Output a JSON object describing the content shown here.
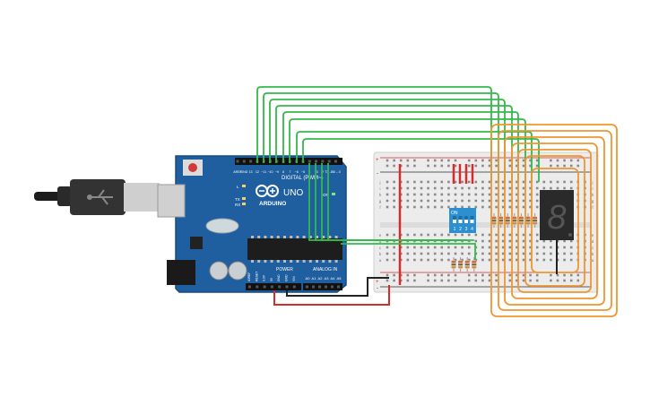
{
  "colors": {
    "board": "#1f5fa0",
    "board_dark": "#164a80",
    "breadboard": "#ececec",
    "wire_green": "#33b949",
    "wire_orange": "#f0962e",
    "wire_red": "#d62c2c",
    "wire_black": "#222222",
    "dip": "#2c8fd0",
    "segment_body": "#2a2a2a",
    "segment_glyph": "#555555"
  },
  "arduino": {
    "brand": "ARDUINO",
    "model": "UNO",
    "digital_header_label": "DIGITAL (PWM~)",
    "power_label": "POWER",
    "analog_label": "ANALOG IN",
    "tx_label": "TX",
    "rx_label": "RX",
    "l_label": "L",
    "on_label": "ON",
    "digital_pins": [
      "AREF",
      "GND",
      "13",
      "12",
      "~11",
      "~10",
      "~9",
      "8",
      "7",
      "~6",
      "~5",
      "4",
      "~3",
      "2",
      "TX→1",
      "RX←0"
    ],
    "power_pins": [
      "IOREF",
      "RESET",
      "3.3V",
      "5V",
      "GND",
      "GND",
      "VIN"
    ],
    "analog_pins": [
      "A0",
      "A1",
      "A2",
      "A3",
      "A4",
      "A5"
    ]
  },
  "dip_switch": {
    "on_label": "ON",
    "numbers": [
      "1",
      "2",
      "3",
      "4"
    ]
  },
  "seven_segment": {
    "glyph": "8"
  },
  "breadboard": {
    "row_letters_top": [
      "j",
      "i",
      "h",
      "g",
      "f"
    ],
    "row_letters_bottom": [
      "e",
      "d",
      "c",
      "b",
      "a"
    ],
    "plus_label": "+",
    "minus_label": "-"
  }
}
